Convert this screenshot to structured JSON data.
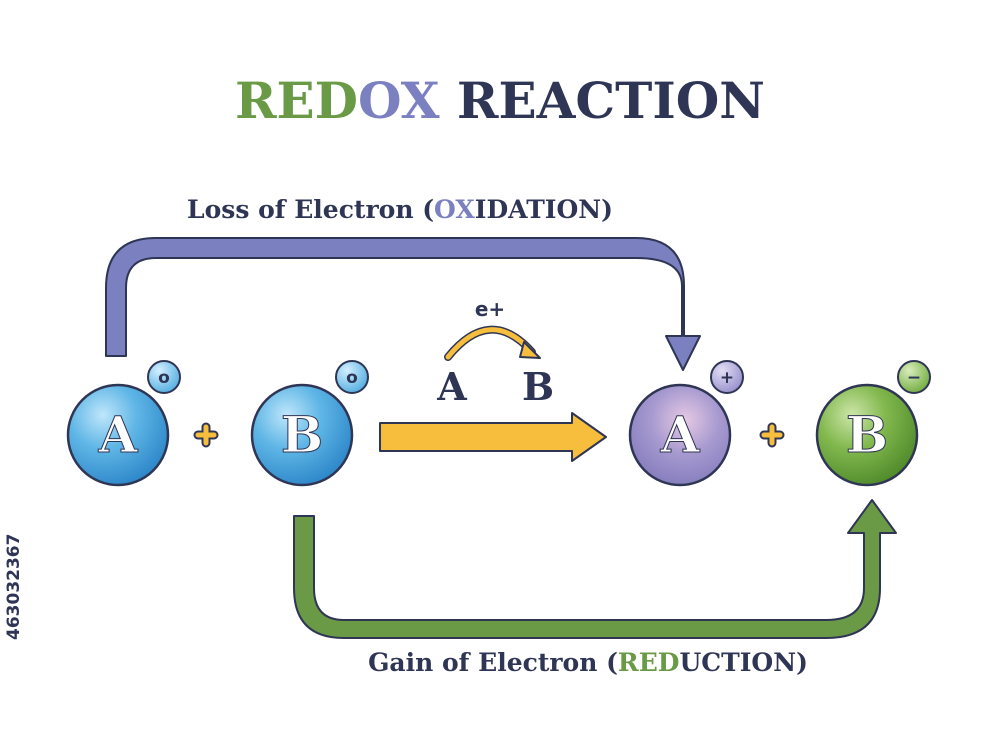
{
  "title": {
    "part_green": "RED",
    "part_purple": "OX",
    "part_dark": " REACTION"
  },
  "oxidation_caption": {
    "prefix": "Loss of Electron (",
    "highlight": "OX",
    "rest": "IDATION)"
  },
  "reduction_caption": {
    "prefix": "Gain of Electron (",
    "highlight": "RED",
    "rest": "UCTION)"
  },
  "reactants": [
    {
      "letter": "A",
      "charge": "o"
    },
    {
      "letter": "B",
      "charge": "o"
    }
  ],
  "products": [
    {
      "letter": "A",
      "charge": "+"
    },
    {
      "letter": "B",
      "charge": "−"
    }
  ],
  "plus_sign": "+",
  "transfer": {
    "from": "A",
    "to": "B",
    "electron": "e+"
  },
  "watermark": "463032367",
  "colors": {
    "green": "#6a9a45",
    "purple": "#7b80c0",
    "dark": "#2f3554",
    "blue_atom": "#4aa6dc",
    "purple_atom": "#9a8fc8",
    "green_atom": "#6ea43c",
    "yellow": "#f7be3e"
  }
}
